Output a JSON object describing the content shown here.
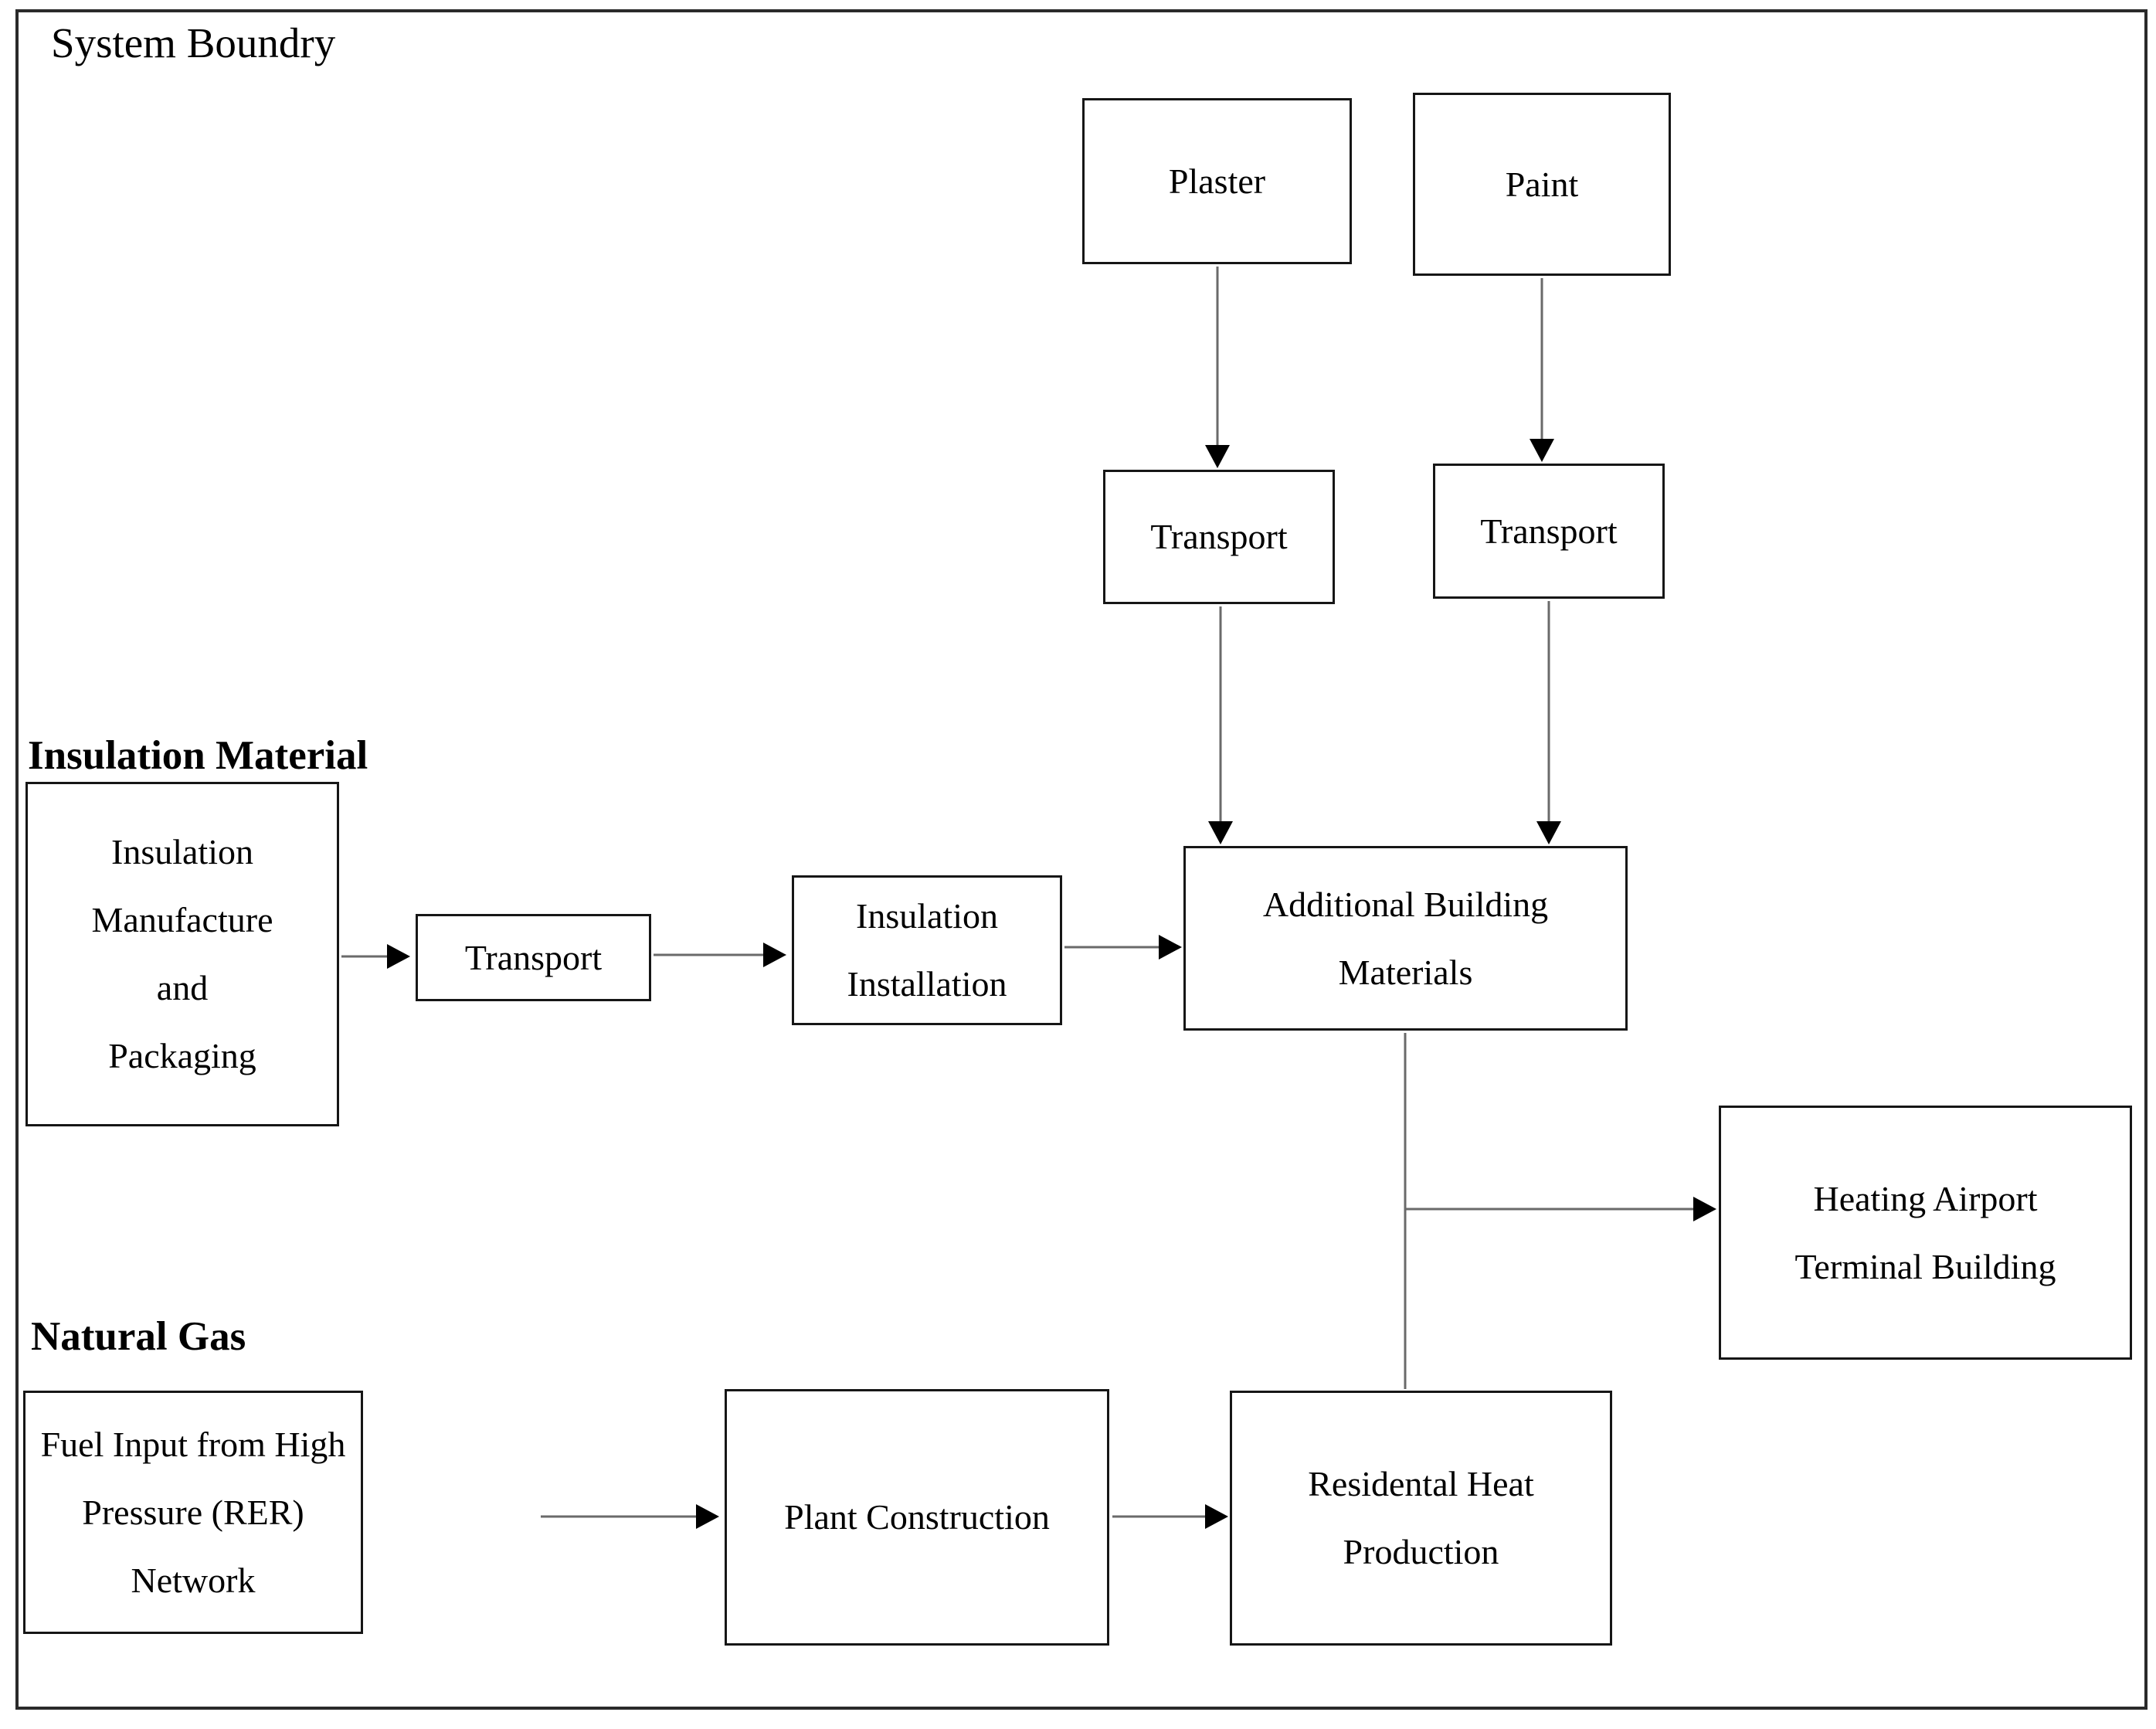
{
  "diagram": {
    "title": "System Boundry",
    "section_labels": {
      "system_boundary": "System Boundry",
      "insulation_material": "Insulation Material",
      "natural_gas": "Natural Gas"
    },
    "nodes": {
      "plaster": {
        "label": "Plaster"
      },
      "paint": {
        "label": "Paint"
      },
      "transport_plaster": {
        "label": "Transport"
      },
      "transport_paint": {
        "label": "Transport"
      },
      "insulation_manufacture": {
        "label": "Insulation\nManufacture\nand\nPackaging"
      },
      "transport_insulation": {
        "label": "Transport"
      },
      "insulation_installation": {
        "label": "Insulation\nInstallation"
      },
      "additional_building_materials": {
        "label": "Additional Building\nMaterials"
      },
      "heating_airport": {
        "label": "Heating Airport\nTerminal Building"
      },
      "fuel_input": {
        "label": "Fuel Input from High\nPressure (RER) Network"
      },
      "plant_construction": {
        "label": "Plant Construction"
      },
      "residential_heat": {
        "label": "Residental Heat\nProduction"
      }
    },
    "edges": [
      {
        "from": "plaster",
        "to": "transport_plaster",
        "arrowhead": true
      },
      {
        "from": "paint",
        "to": "transport_paint",
        "arrowhead": true
      },
      {
        "from": "transport_plaster",
        "to": "additional_building_materials",
        "arrowhead": true
      },
      {
        "from": "transport_paint",
        "to": "additional_building_materials",
        "arrowhead": true
      },
      {
        "from": "insulation_manufacture",
        "to": "transport_insulation",
        "arrowhead": true
      },
      {
        "from": "transport_insulation",
        "to": "insulation_installation",
        "arrowhead": true
      },
      {
        "from": "insulation_installation",
        "to": "additional_building_materials",
        "arrowhead": true
      },
      {
        "from": "additional_building_materials",
        "to": "residential_heat",
        "arrowhead": false
      },
      {
        "from": "additional_building_materials",
        "to": "heating_airport",
        "arrowhead": true
      },
      {
        "from": "fuel_input",
        "to": "plant_construction",
        "arrowhead": true
      },
      {
        "from": "plant_construction",
        "to": "residential_heat",
        "arrowhead": true
      }
    ],
    "colors": {
      "background": "#ffffff",
      "boundary_border": "#2a2a2a",
      "box_border": "#161616",
      "arrow_line": "#6a6a6a",
      "arrowhead": "#000000",
      "text": "#000000"
    }
  }
}
